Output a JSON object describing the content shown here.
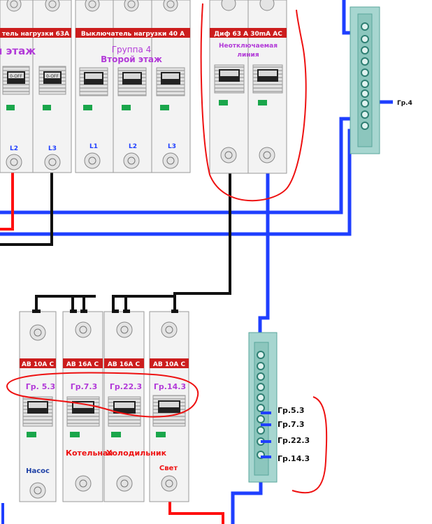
{
  "colors": {
    "wire_blue": "#1f3fff",
    "wire_black": "#111111",
    "wire_red": "#ff1010",
    "annot_red": "#ee1111",
    "label_red_bg": "#cc1d1d",
    "label_purple": "#b23ad8",
    "bus_teal": "#a7d6d0",
    "bus_teal_dark": "#5aa69b",
    "din_gray": "#f3f3f3",
    "din_border": "#9a9a9a"
  },
  "top_left_block": {
    "header": "тель нагрузки 63А",
    "subtitle": "й этаж",
    "terminals": [
      "L2",
      "L3"
    ]
  },
  "top_mid_block": {
    "header": "Выключатель нагрузки 40 А",
    "group_label": "Группа 4",
    "floor_label": "Второй этаж",
    "terminals": [
      "L1",
      "L2",
      "L3"
    ]
  },
  "top_right_block": {
    "header": "Диф 63 А 30mA АС",
    "line1": "Неотключаемая",
    "line2": "линия"
  },
  "top_bus": {
    "label": "Гр.4"
  },
  "switch_text": "0-OFF",
  "bottom_breakers": [
    {
      "header": "АВ 10А С",
      "group": "Гр. 5.3",
      "load": "Насос"
    },
    {
      "header": "АВ 16А С",
      "group": "Гр.7.3",
      "load": "Котельная"
    },
    {
      "header": "АВ 16А С",
      "group": "Гр.22.3",
      "load": "Холодильник"
    },
    {
      "header": "АВ 10А С",
      "group": "Гр.14.3",
      "load": "Свет"
    }
  ],
  "bottom_bus": {
    "labels": [
      "Гр.5.3",
      "Гр.7.3",
      "Гр.22.3",
      "Гр.14.3"
    ]
  }
}
